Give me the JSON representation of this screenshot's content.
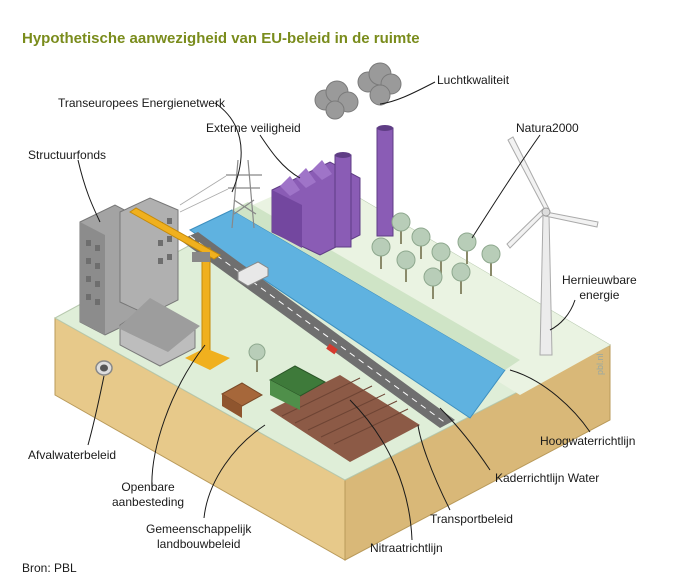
{
  "title": "Hypothetische aanwezigheid van EU-beleid in de ruimte",
  "source": "Bron: PBL",
  "watermark": "pbl.nl",
  "colors": {
    "title": "#7a8c1c",
    "water": "#5fb2e0",
    "grass": "#dfeed8",
    "soil_side": "#e7c98a",
    "factory": "#8a5cb5",
    "crane": "#f0b01e",
    "buildings": "#9a9a9a",
    "field": "#8c5a46"
  },
  "labels": {
    "luchtkwaliteit": "Luchtkwaliteit",
    "transeuropees": "Transeuropees Energienetwerk",
    "externe": "Externe veiligheid",
    "natura": "Natura2000",
    "structuurfonds": "Structuurfonds",
    "hernieuwbare_1": "Hernieuwbare",
    "hernieuwbare_2": "energie",
    "afvalwater": "Afvalwaterbeleid",
    "hoogwater": "Hoogwaterrichtlijn",
    "openbare_1": "Openbare",
    "openbare_2": "aanbesteding",
    "kaderrichtlijn": "Kaderrichtlijn Water",
    "transportbeleid": "Transportbeleid",
    "gemeenschap_1": "Gemeenschappelijk",
    "gemeenschap_2": "landbouwbeleid",
    "nitraat": "Nitraatrichtlijn"
  }
}
